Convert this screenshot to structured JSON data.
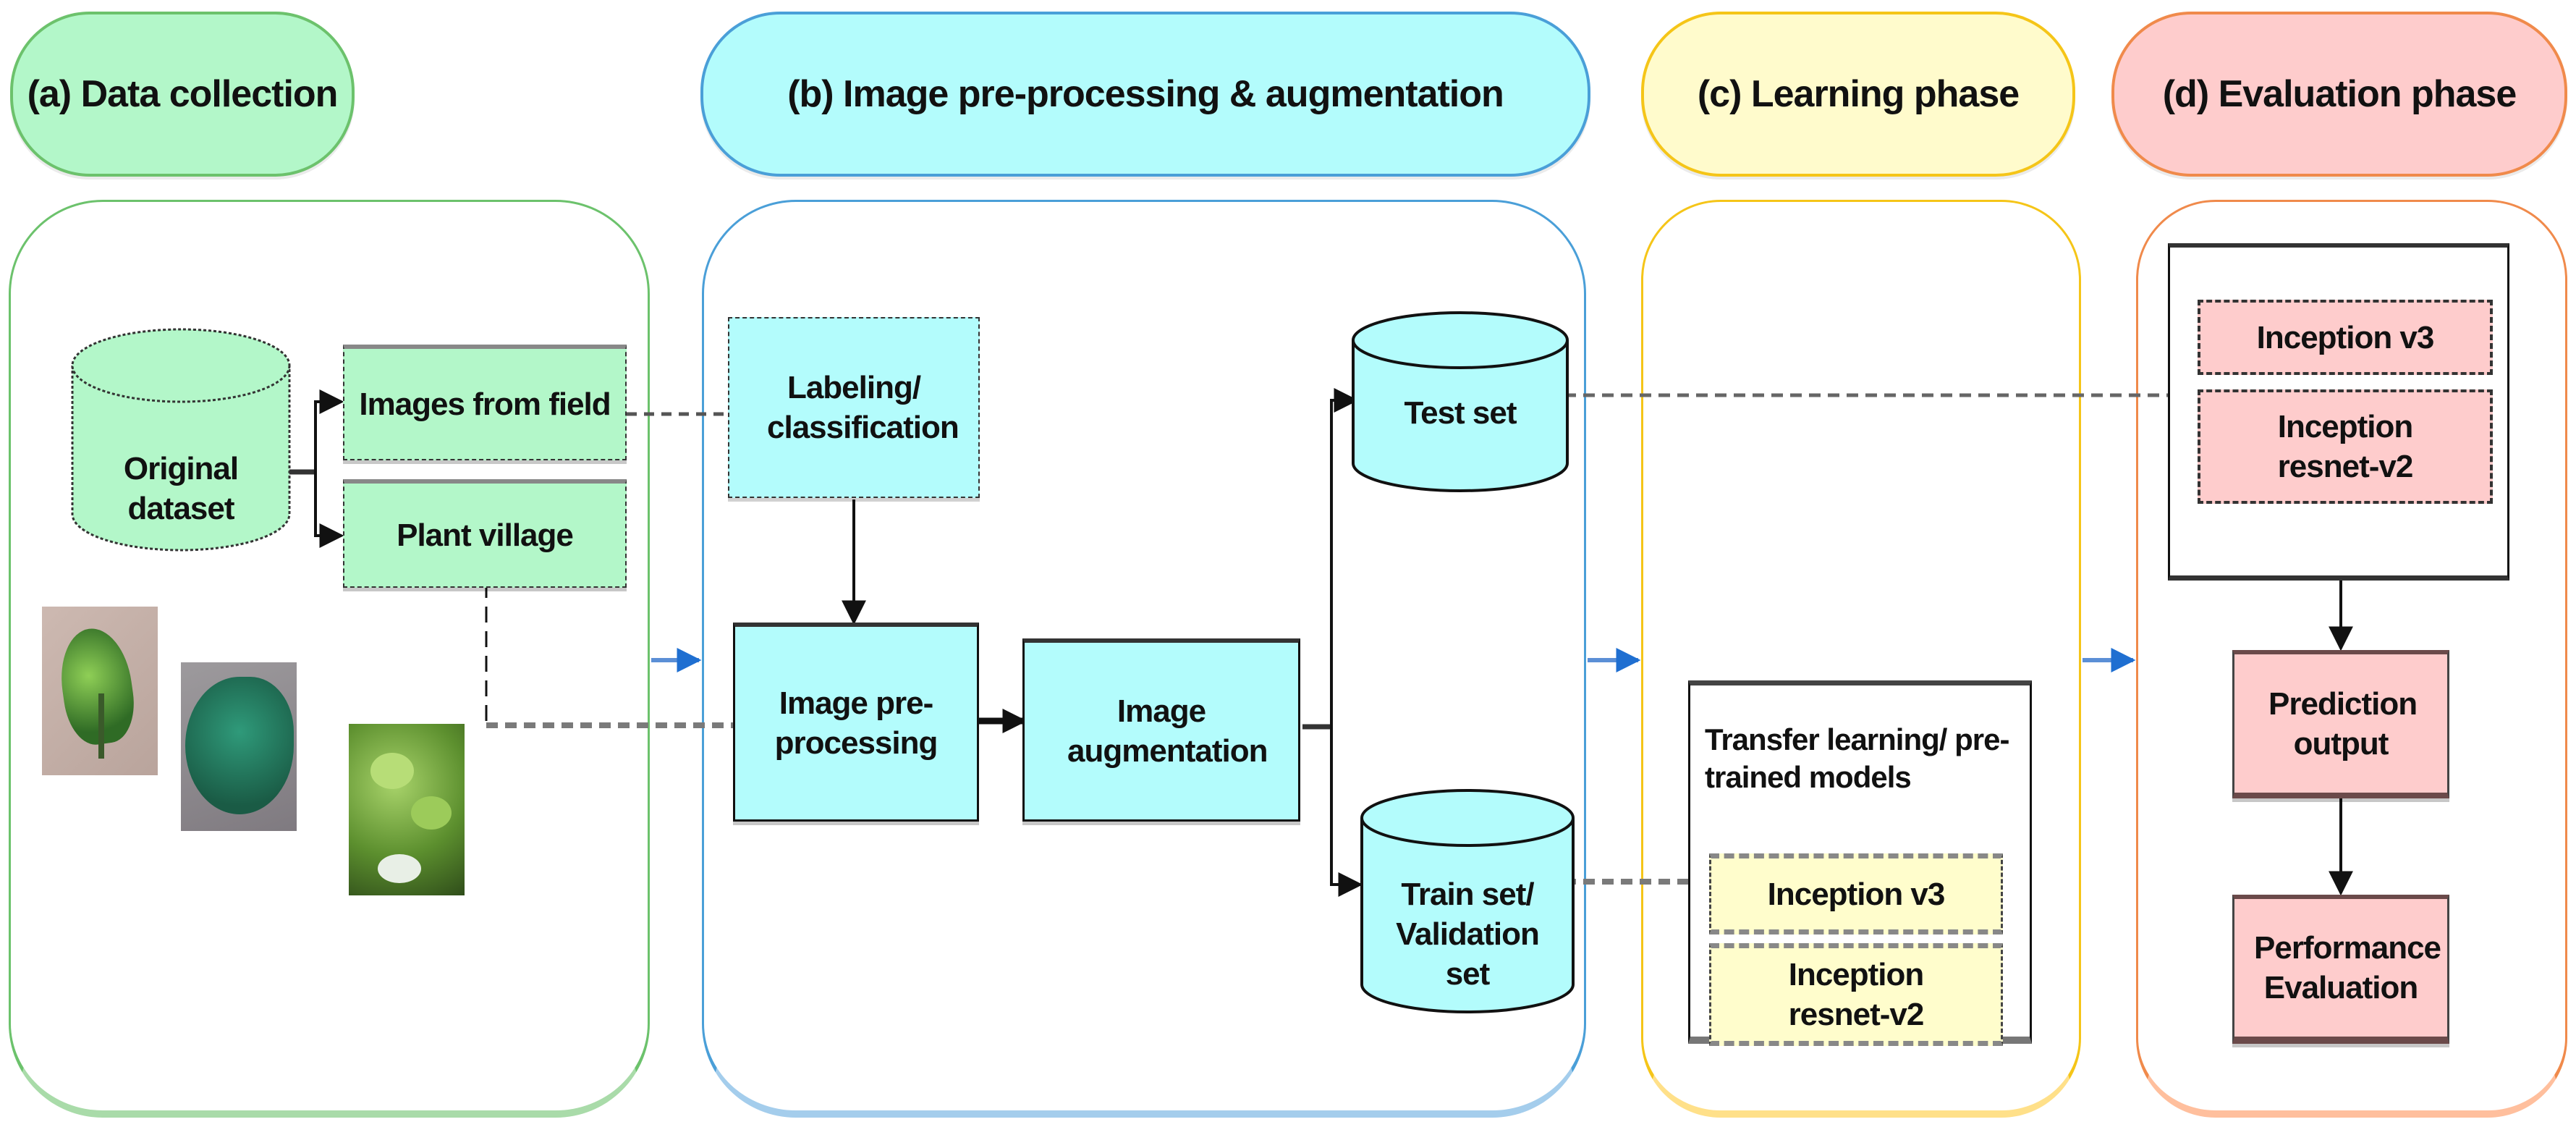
{
  "phases": [
    {
      "id": "a",
      "title": "(a) Data collection",
      "fill": "#b3f7c9",
      "stroke": "#6cc26c"
    },
    {
      "id": "b",
      "title": "(b) Image pre-processing & augmentation",
      "fill": "#b3fcfc",
      "stroke": "#4a9fd8"
    },
    {
      "id": "c",
      "title": "(c) Learning phase",
      "fill": "#fffbcc",
      "stroke": "#f5c518"
    },
    {
      "id": "d",
      "title": "(d) Evaluation phase",
      "fill": "#fecccc",
      "stroke": "#f08a4b"
    }
  ],
  "data_collection": {
    "original_dataset": "Original dataset",
    "images_from_field": "Images from field",
    "plant_village": "Plant village",
    "sample_images": [
      "leaf-sample-1",
      "leaf-sample-2",
      "leaf-sample-3"
    ]
  },
  "preprocessing": {
    "labeling": "Labeling/ classification",
    "image_preprocessing": "Image pre-processing",
    "image_augmentation": "Image augmentation",
    "test_set": "Test set",
    "train_set": "Train set/ Validation set"
  },
  "learning": {
    "transfer_learning": "Transfer learning/ pre-trained models",
    "models": [
      "Inception v3",
      "Inception resnet-v2"
    ]
  },
  "evaluation": {
    "models": [
      "Inception v3",
      "Inception resnet-v2"
    ],
    "prediction_output": "Prediction output",
    "performance_evaluation": "Performance Evaluation"
  },
  "colors": {
    "arrow_blue": "#1f6fd1",
    "dashed_gray": "#7a7a7a",
    "connector_black": "#111111"
  }
}
